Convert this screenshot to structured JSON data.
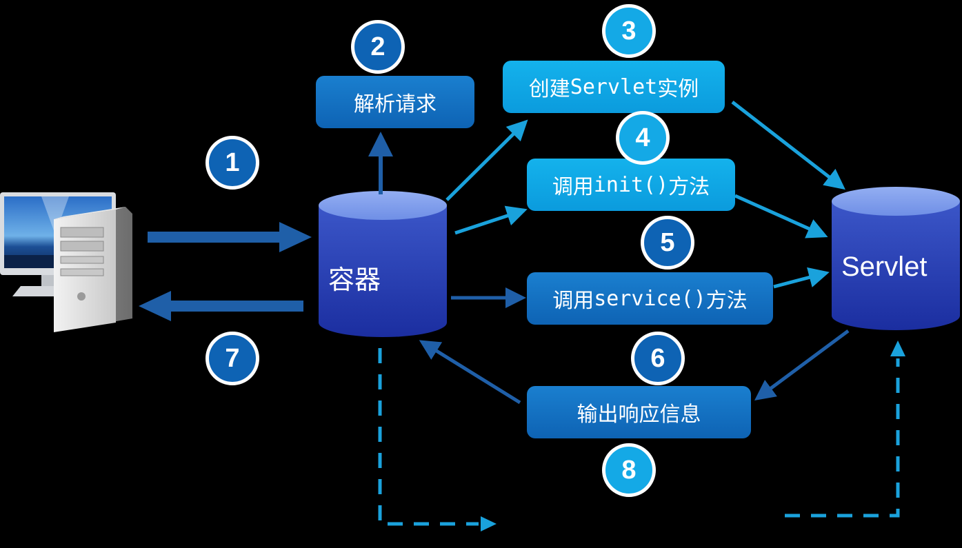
{
  "nodes": {
    "container": {
      "label": "容器"
    },
    "servlet": {
      "label": "Servlet"
    },
    "parse_request": {
      "label": "解析请求"
    },
    "create_instance": {
      "prefix": "创建",
      "code": "Servlet",
      "suffix": "实例"
    },
    "call_init": {
      "prefix": "调用",
      "code": "init()",
      "suffix": "方法"
    },
    "call_service": {
      "prefix": "调用",
      "code": "service()",
      "suffix": "方法"
    },
    "output_response": {
      "label": "输出响应信息"
    }
  },
  "steps": [
    "1",
    "2",
    "3",
    "4",
    "5",
    "6",
    "7",
    "8"
  ],
  "icons": {
    "client": "desktop-computer-icon"
  },
  "colors": {
    "background": "#000000",
    "dark_blue": "#0e63b4",
    "light_blue": "#14a9e6",
    "arrow_dark": "#1f5fa8",
    "arrow_light": "#1aa2dc"
  }
}
